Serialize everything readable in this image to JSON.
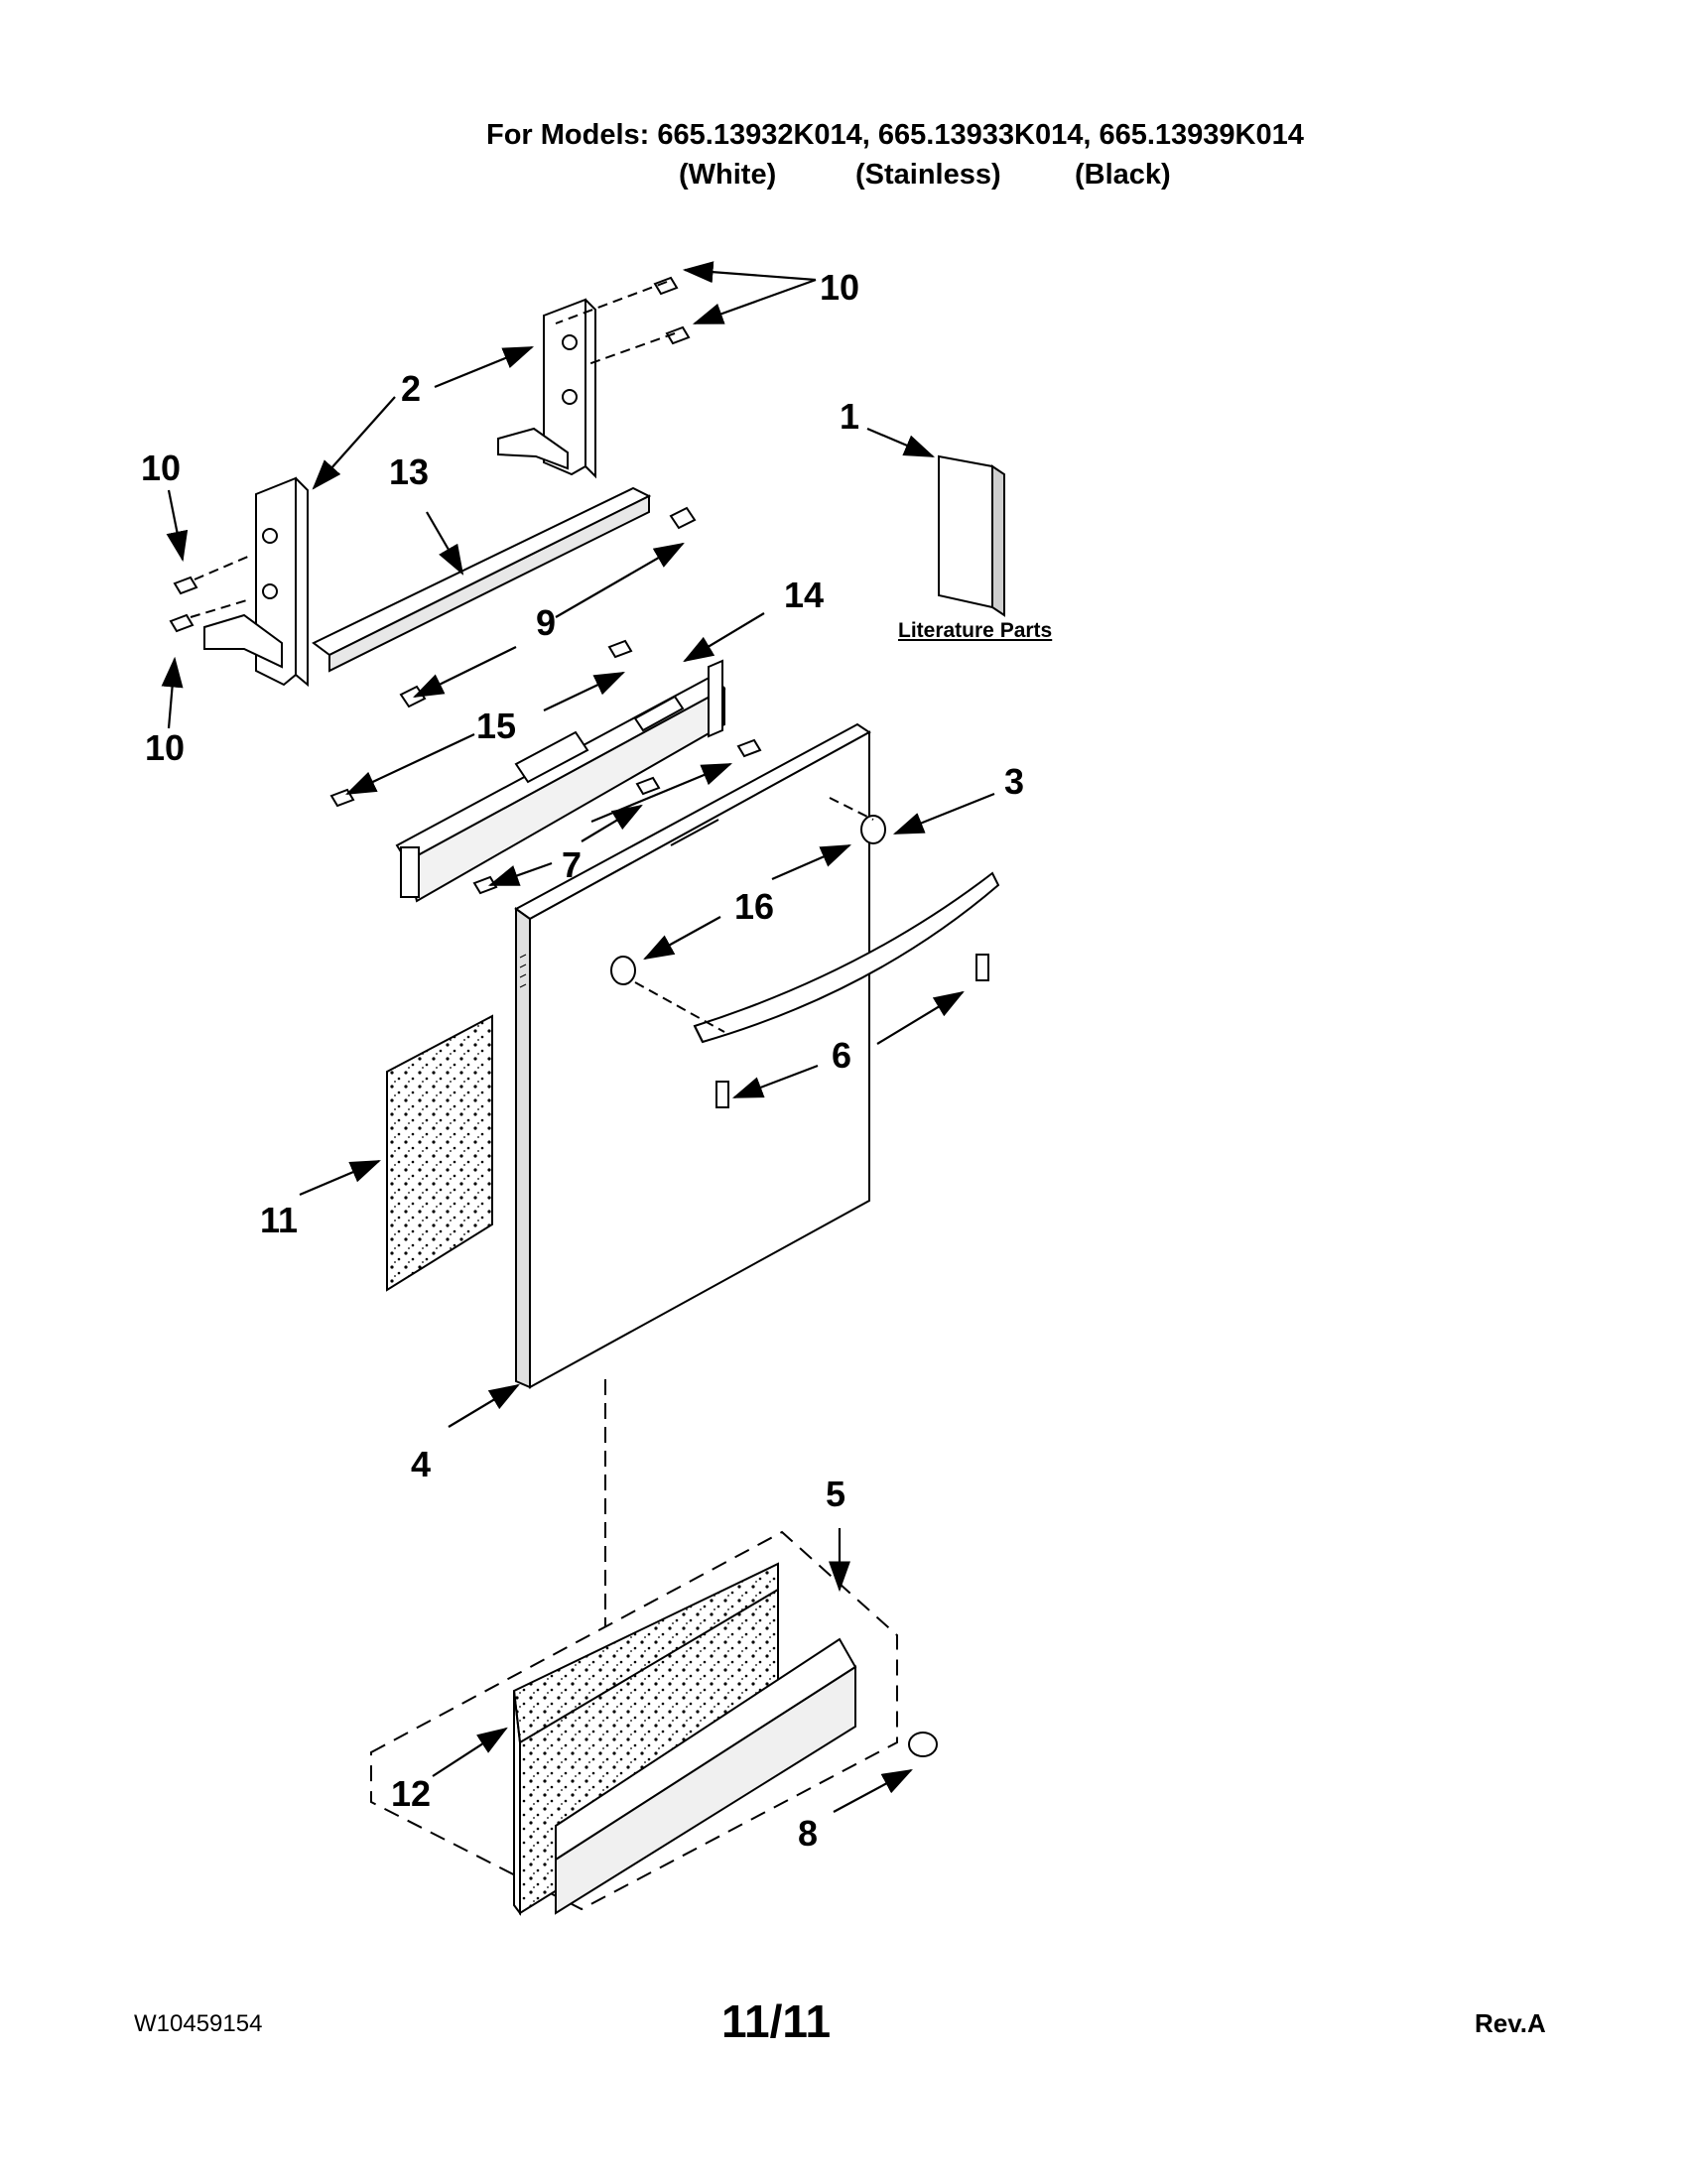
{
  "header": {
    "models_line": "For Models: 665.13932K014, 665.13933K014, 665.13939K014",
    "variants": [
      "(White)",
      "(Stainless)",
      "(Black)"
    ]
  },
  "literature_label": "Literature Parts",
  "callouts": {
    "c1": "1",
    "c2": "2",
    "c3": "3",
    "c4": "4",
    "c5": "5",
    "c6": "6",
    "c7": "7",
    "c8": "8",
    "c9": "9",
    "c10a": "10",
    "c10b": "10",
    "c10c": "10",
    "c11": "11",
    "c12": "12",
    "c13": "13",
    "c14": "14",
    "c15": "15",
    "c16": "16"
  },
  "footer": {
    "doc_number": "W10459154",
    "page": "11/11",
    "revision": "Rev.A"
  },
  "colors": {
    "ink": "#000000",
    "paper": "#ffffff",
    "shade": "#cfcfcf"
  }
}
